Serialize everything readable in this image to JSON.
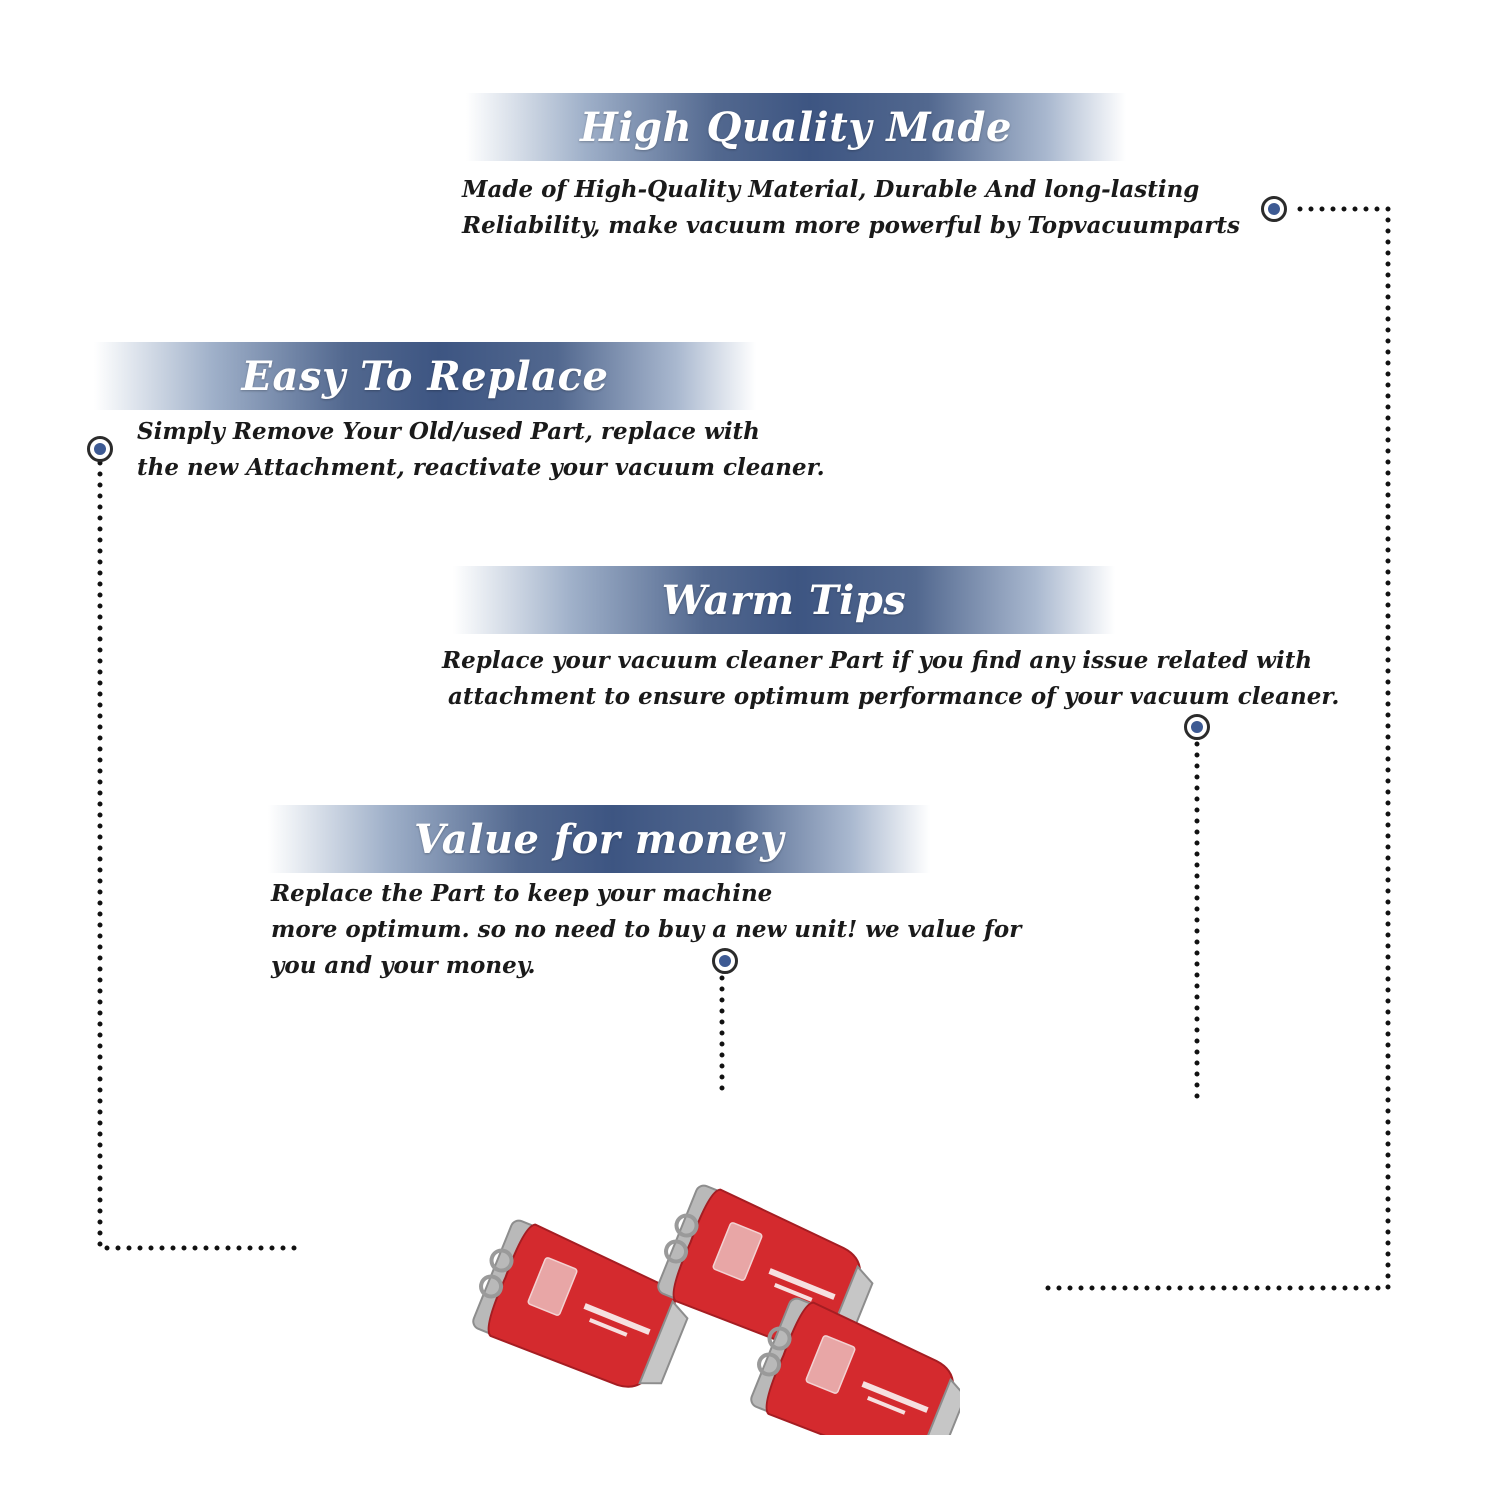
{
  "features": [
    {
      "title": "High Quality Made",
      "lines": [
        "Made of  High-Quality Material, Durable And long-lasting",
        "Reliability, make vacuum more powerful by Topvacuumparts"
      ]
    },
    {
      "title": "Easy To Replace",
      "lines": [
        "Simply Remove Your Old/used Part, replace with",
        "the new Attachment, reactivate your vacuum cleaner."
      ]
    },
    {
      "title": "Warm Tips",
      "lines": [
        "Replace your vacuum cleaner Part if you find any issue related with",
        "attachment to ensure optimum performance of your vacuum cleaner."
      ]
    },
    {
      "title": "Value for money",
      "lines": [
        "Replace the Part to keep your machine",
        "more optimum. so no need to buy a new unit! we value for",
        "you and your money."
      ]
    }
  ],
  "colors": {
    "banner_accent": "#3d5582",
    "marker_dot": "#3d5a93",
    "bag_red": "#d42a2e",
    "bag_collar": "#b8b8b8"
  }
}
